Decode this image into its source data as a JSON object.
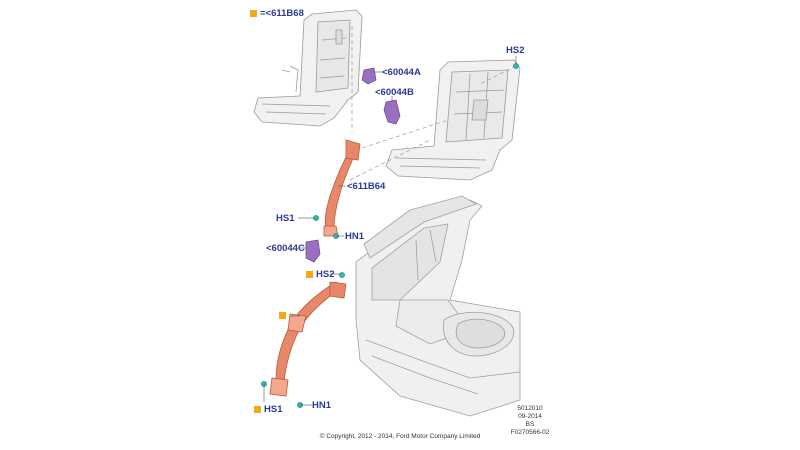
{
  "legend": {
    "ref": "=<611B68",
    "marker_color": "#f2a817"
  },
  "callouts": {
    "part_60044A": "<60044A",
    "part_60044B": "<60044B",
    "part_60044C": "<60044C",
    "part_611B64": "<611B64",
    "hs2_top": "HS2",
    "hs2_mid": "HS2",
    "hs1_mid": "HS1",
    "hs1_bottom": "HS1",
    "hn1_mid": "HN1",
    "hn1_bottom": "HN1"
  },
  "meta": {
    "line1": "5012010",
    "line2": "09-2014",
    "line3": "BS",
    "line4": "F0270566-02"
  },
  "copyright": "© Copyright, 2012 - 2014, Ford Motor Company Limited",
  "colors": {
    "belt": "#e9876a",
    "belt_dark": "#b85a3c",
    "bracket": "#9a6fc0",
    "fastener": "#2fb7b0",
    "callout_text": "#2a3a9a",
    "structure_line": "#9a9a9a",
    "structure_fill": "#f1f1f1"
  }
}
